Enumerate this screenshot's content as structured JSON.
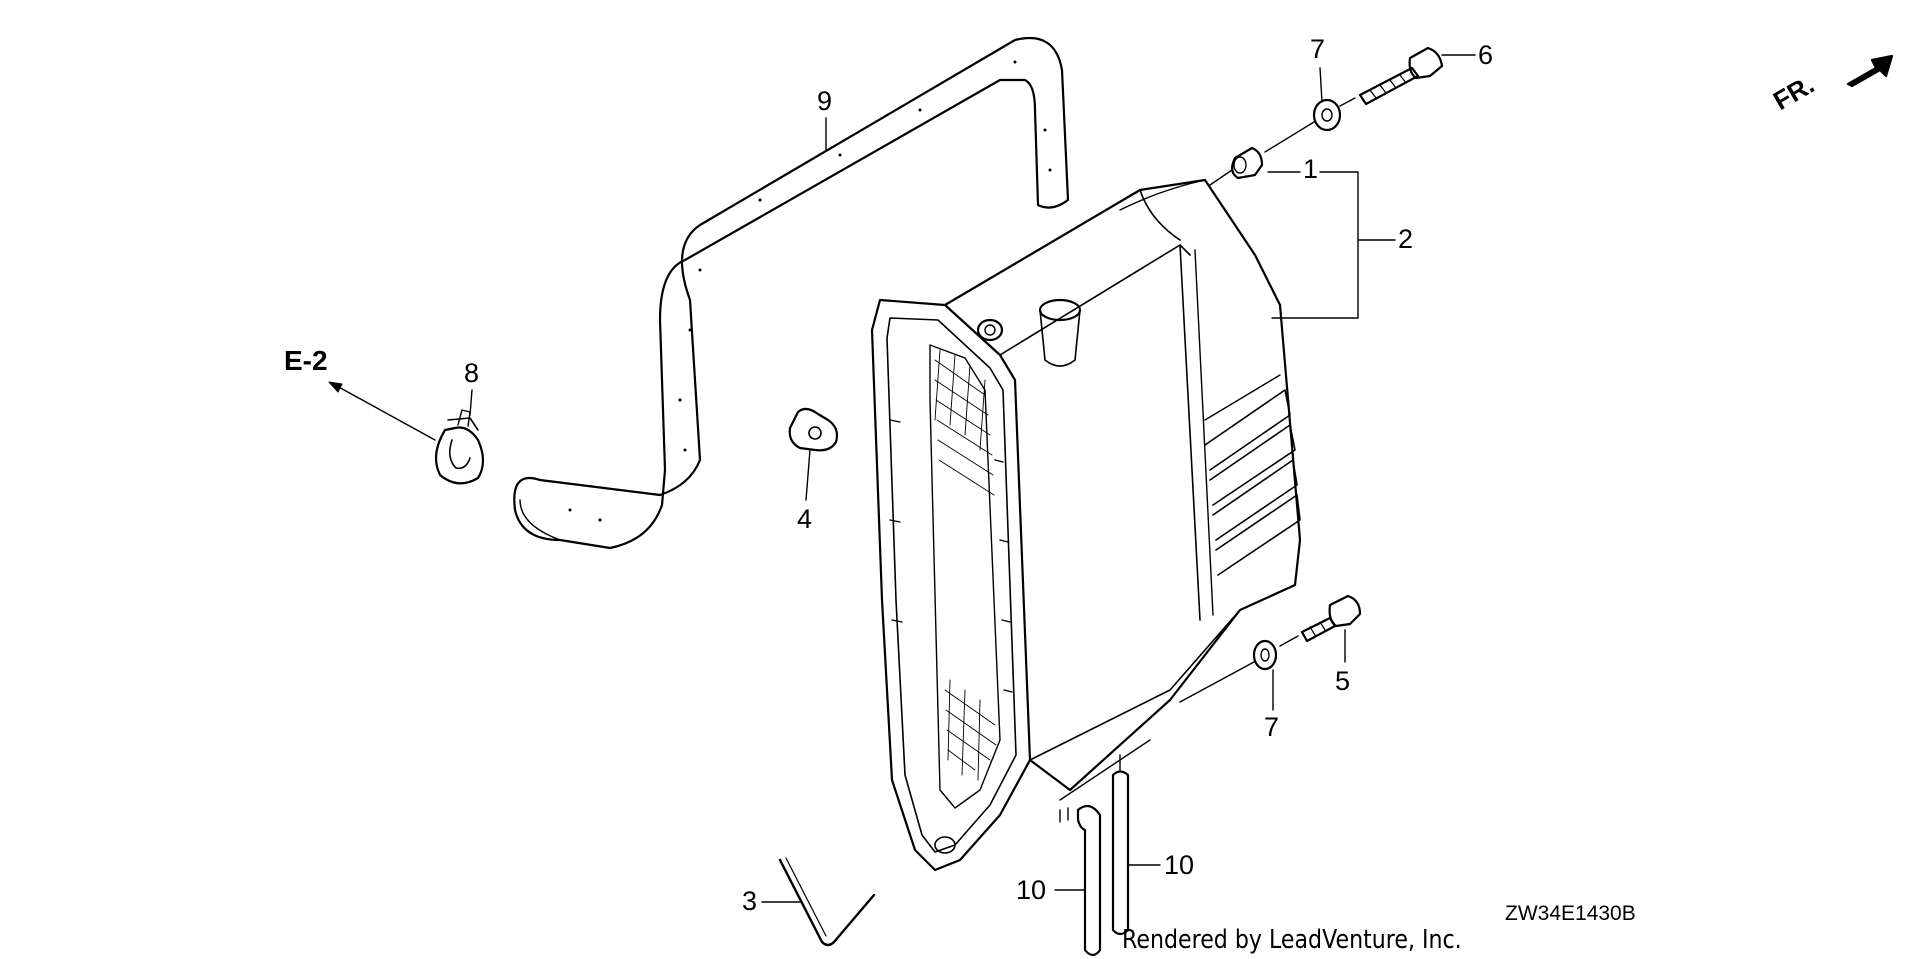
{
  "diagram": {
    "callouts": {
      "c1": "1",
      "c2": "2",
      "c3": "3",
      "c4": "4",
      "c5": "5",
      "c6": "6",
      "c7a": "7",
      "c7b": "7",
      "c8": "8",
      "c9": "9",
      "c10a": "10",
      "c10b": "10"
    },
    "reference_label": "E-2",
    "front_indicator": "FR.",
    "diagram_code": "ZW34E1430B",
    "credit": "Rendered by LeadVenture, Inc."
  },
  "colors": {
    "line": "#000000",
    "background": "#ffffff"
  }
}
